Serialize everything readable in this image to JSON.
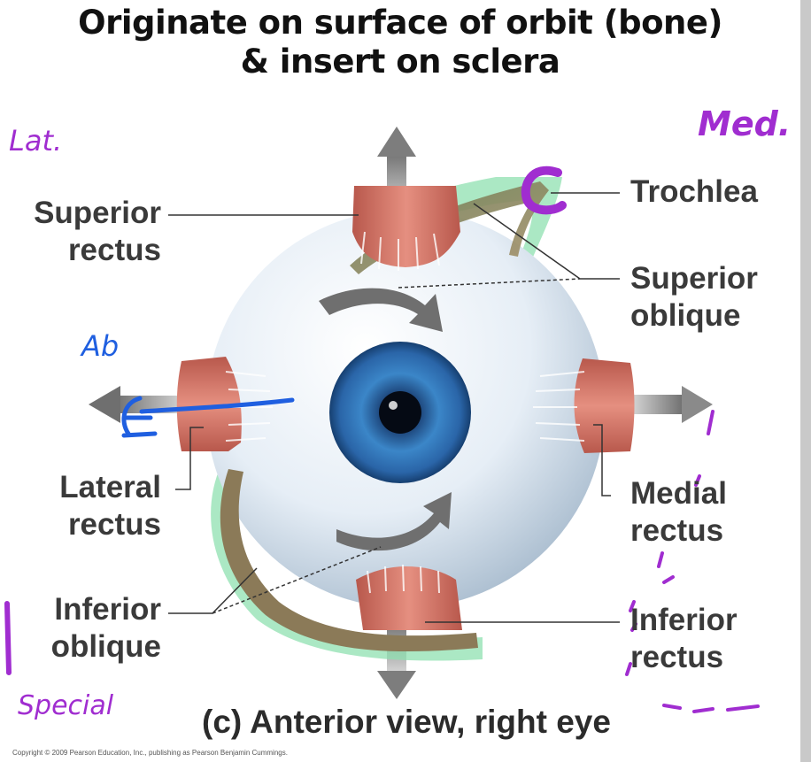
{
  "title": {
    "line1": "Originate on surface of orbit (bone)",
    "line2": "& insert on sclera"
  },
  "labels": {
    "superior_rectus": [
      "Superior",
      "rectus"
    ],
    "trochlea": "Trochlea",
    "superior_oblique": [
      "Superior",
      "oblique"
    ],
    "lateral_rectus": [
      "Lateral",
      "rectus"
    ],
    "medial_rectus": [
      "Medial",
      "rectus"
    ],
    "inferior_oblique": [
      "Inferior",
      "oblique"
    ],
    "inferior_rectus": [
      "Inferior",
      "rectus"
    ]
  },
  "caption": "(c) Anterior view, right eye",
  "copyright": "Copyright © 2009 Pearson Education, Inc., publishing as Pearson Benjamin Cummings.",
  "handwriting": {
    "lat": "Lat.",
    "med": "Med.",
    "ab": "Ab",
    "special": "Special"
  },
  "colors": {
    "muscle": "#d9786a",
    "sclera": "#dfe9f2",
    "iris": "#2f73b5",
    "highlight_green": "#8fe0b0",
    "purple_ink": "#a02dd0",
    "blue_ink": "#1f5fe0",
    "arrow_gray": "#8a8a8a"
  }
}
